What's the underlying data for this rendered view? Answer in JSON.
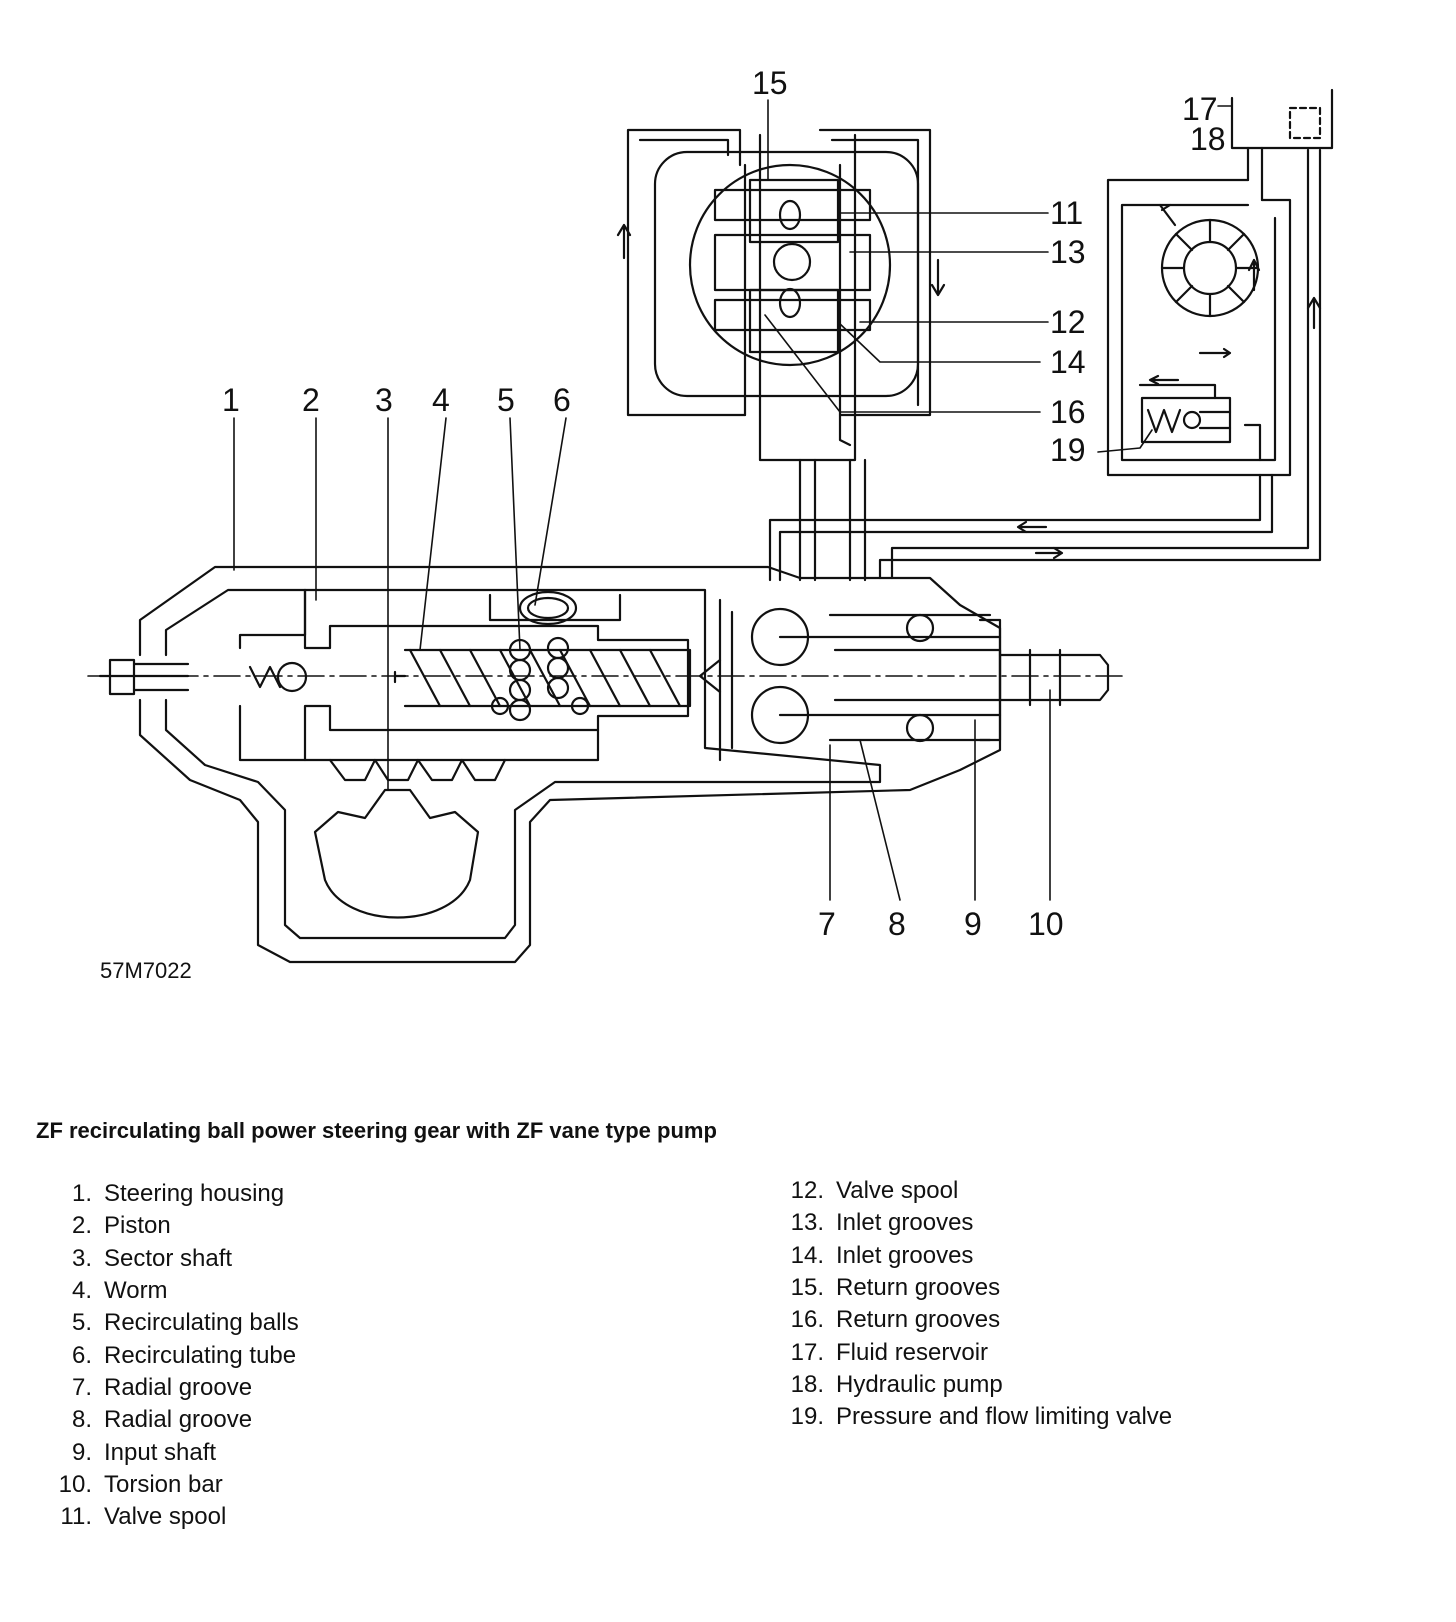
{
  "diagram": {
    "reference_code": "57M7022",
    "callouts": [
      "1",
      "2",
      "3",
      "4",
      "5",
      "6",
      "7",
      "8",
      "9",
      "10",
      "11",
      "12",
      "13",
      "14",
      "15",
      "16",
      "17",
      "18",
      "19"
    ]
  },
  "caption": "ZF recirculating ball power steering gear with ZF vane type pump",
  "legend": {
    "items": [
      {
        "num": "1.",
        "label": "Steering housing"
      },
      {
        "num": "2.",
        "label": "Piston"
      },
      {
        "num": "3.",
        "label": "Sector shaft"
      },
      {
        "num": "4.",
        "label": "Worm"
      },
      {
        "num": "5.",
        "label": "Recirculating balls"
      },
      {
        "num": "6.",
        "label": "Recirculating tube"
      },
      {
        "num": "7.",
        "label": "Radial groove"
      },
      {
        "num": "8.",
        "label": "Radial groove"
      },
      {
        "num": "9.",
        "label": "Input shaft"
      },
      {
        "num": "10.",
        "label": "Torsion bar"
      },
      {
        "num": "11.",
        "label": "Valve spool"
      },
      {
        "num": "12.",
        "label": "Valve spool"
      },
      {
        "num": "13.",
        "label": "Inlet grooves"
      },
      {
        "num": "14.",
        "label": "Inlet grooves"
      },
      {
        "num": "15.",
        "label": "Return grooves"
      },
      {
        "num": "16.",
        "label": "Return grooves"
      },
      {
        "num": "17.",
        "label": "Fluid reservoir"
      },
      {
        "num": "18.",
        "label": "Hydraulic pump"
      },
      {
        "num": "19.",
        "label": "Pressure and flow limiting valve"
      }
    ]
  }
}
